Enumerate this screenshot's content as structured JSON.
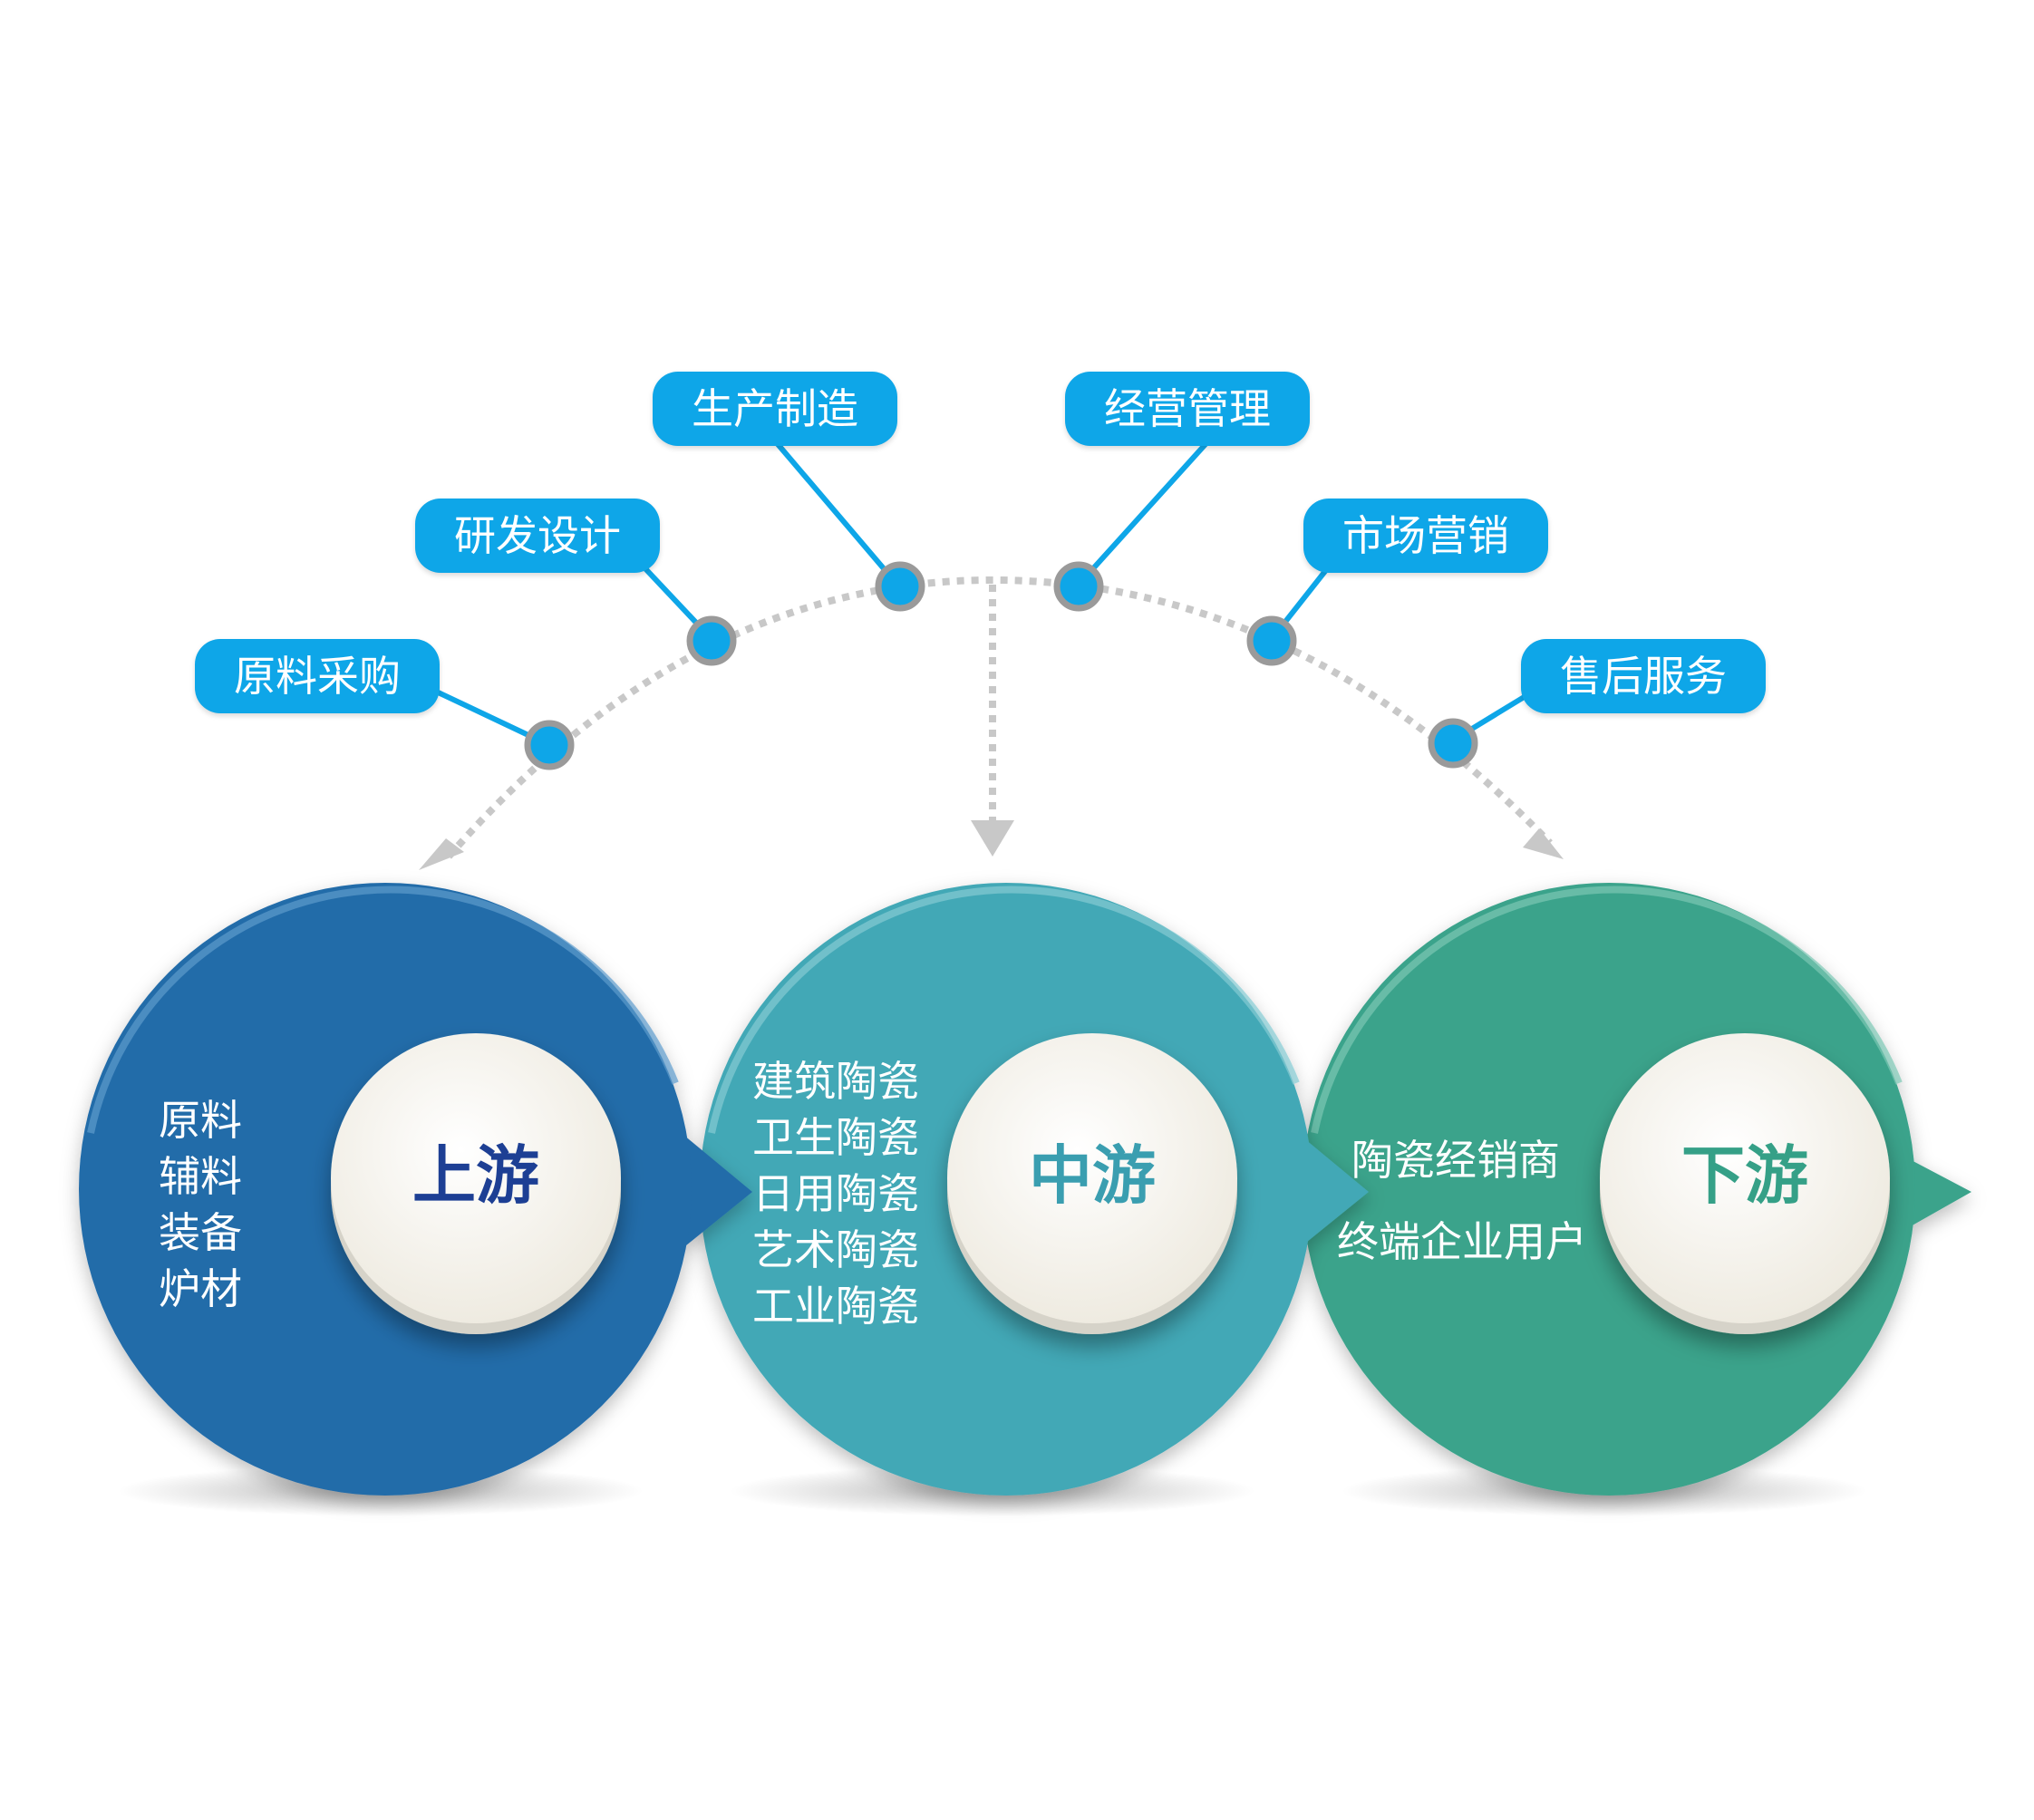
{
  "tags": [
    {
      "id": "raw-purchase",
      "label": "原料采购"
    },
    {
      "id": "rnd-design",
      "label": "研发设计"
    },
    {
      "id": "production",
      "label": "生产制造"
    },
    {
      "id": "management",
      "label": "经营管理"
    },
    {
      "id": "marketing",
      "label": "市场营销"
    },
    {
      "id": "after-sales",
      "label": "售后服务"
    }
  ],
  "stages": [
    {
      "id": "upstream",
      "title": "上游",
      "color": "#246ca9",
      "title_color": "#1d3f94",
      "items": [
        "原料",
        "辅料",
        "装备",
        "炉材"
      ]
    },
    {
      "id": "midstream",
      "title": "中游",
      "color": "#43a8b6",
      "title_color": "#3a9eb0",
      "items": [
        "建筑陶瓷",
        "卫生陶瓷",
        "日用陶瓷",
        "艺术陶瓷",
        "工业陶瓷"
      ]
    },
    {
      "id": "downstream",
      "title": "下游",
      "color": "#3aa38b",
      "title_color": "#35a087",
      "items": [
        "陶瓷经销商",
        "终端企业用户"
      ]
    }
  ],
  "colors": {
    "tag": "#0ea6e8",
    "connector": "#0ea6e8",
    "node_fill": "#0ea6e8",
    "node_ring": "#9a9a9a",
    "dotted_arc": "#c8c8c8",
    "core_fill": "#f4f2ea"
  }
}
